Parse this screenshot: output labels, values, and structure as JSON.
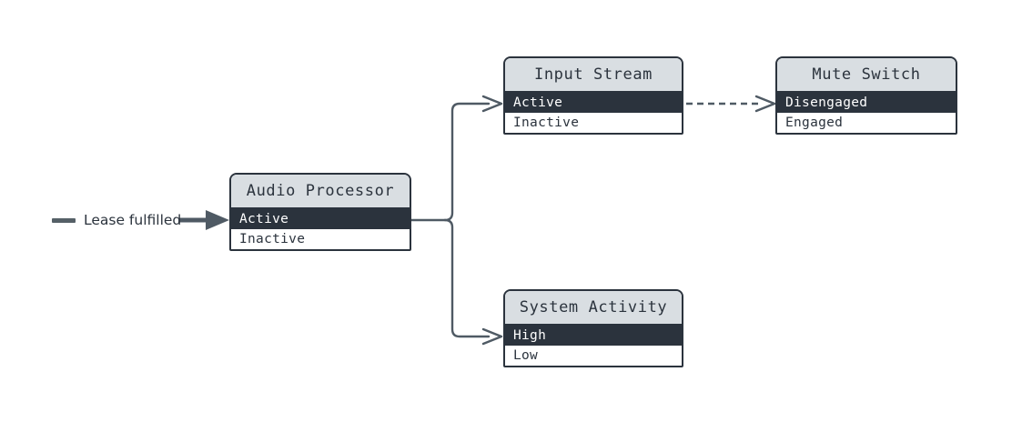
{
  "diagram": {
    "type": "state-flow-diagram",
    "background_color": "#ffffff",
    "edge_color": "#4f5a64",
    "node_border_color": "#2b333d",
    "node_header_color": "#d9dee2",
    "selected_row_color": "#2b333d",
    "selected_row_text_color": "#ffffff",
    "unselected_row_text_color": "#2b333d"
  },
  "start": {
    "label": "Lease fulfilled",
    "dash_name": "legend-dash",
    "arrow_name": "start-arrow-icon"
  },
  "nodes": [
    {
      "id": "audio-processor",
      "title": "Audio Processor",
      "rows": [
        {
          "label": "Active",
          "state": "selected"
        },
        {
          "label": "Inactive",
          "state": "unselected"
        }
      ]
    },
    {
      "id": "input-stream",
      "title": "Input Stream",
      "rows": [
        {
          "label": "Active",
          "state": "selected"
        },
        {
          "label": "Inactive",
          "state": "unselected"
        }
      ]
    },
    {
      "id": "mute-switch",
      "title": "Mute Switch",
      "rows": [
        {
          "label": "Disengaged",
          "state": "selected"
        },
        {
          "label": "Engaged",
          "state": "unselected"
        }
      ]
    },
    {
      "id": "system-activity",
      "title": "System Activity",
      "rows": [
        {
          "label": "High",
          "state": "selected"
        },
        {
          "label": "Low",
          "state": "unselected"
        }
      ]
    }
  ],
  "edges": [
    {
      "id": "start-to-audio-processor",
      "style": "solid",
      "arrow": "filled"
    },
    {
      "id": "audio-processor-to-input-stream",
      "style": "solid",
      "arrow": "open"
    },
    {
      "id": "audio-processor-to-system-activity",
      "style": "solid",
      "arrow": "open"
    },
    {
      "id": "input-stream-to-mute-switch",
      "style": "dashed",
      "arrow": "open"
    }
  ]
}
